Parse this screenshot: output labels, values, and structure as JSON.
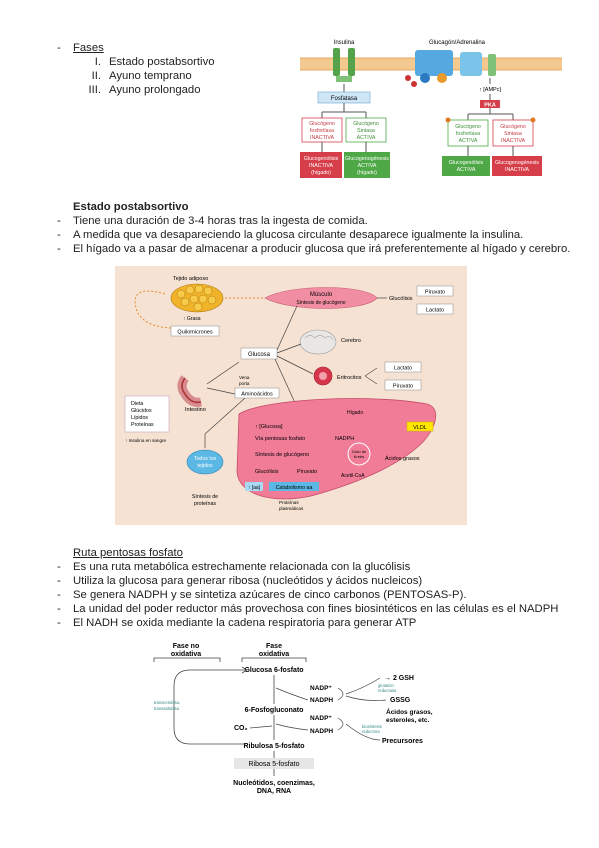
{
  "fases": {
    "dash": "-",
    "title": "Fases",
    "items": [
      {
        "num": "I.",
        "text": "Estado postabsortivo"
      },
      {
        "num": "II.",
        "text": "Ayuno temprano"
      },
      {
        "num": "III.",
        "text": "Ayuno prolongado"
      }
    ]
  },
  "hormone_figure": {
    "insulina": "Insulina",
    "glucagon": "Glucagón/Adrenalina",
    "fosfatasa": "Fosfatasa",
    "ampc": "↑ [AMPc]",
    "pka": "PKA",
    "left_box1": [
      "Glucógeno",
      "fosforilasa",
      "INACTIVA"
    ],
    "left_box2": [
      "Glucógeno",
      "Sintasa",
      "ACTIVA"
    ],
    "right_box1": [
      "Glucógeno",
      "fosforilasa",
      "ACTIVA"
    ],
    "right_box2": [
      "Glucógeno",
      "Sintasa",
      "INACTIVA"
    ],
    "left_result1": [
      "Glucogenólisis",
      "INACTIVA",
      "(hígado)"
    ],
    "left_result2": [
      "Glucogenogénesis",
      "ACTIVA",
      "(hígado)"
    ],
    "right_result1": [
      "Glucogenólisis",
      "ACTIVA"
    ],
    "right_result2": [
      "Glucogenogénesis",
      "INACTIVA"
    ]
  },
  "postabsortivo": {
    "title": "Estado postabsortivo",
    "bullets": [
      "Tiene una duración de 3-4 horas tras la ingesta de comida.",
      "A medida que va desapareciendo la glucosa circulante desaparece igualmente la insulina.",
      "El hígado va a pasar de almacenar a producir glucosa que irá preferentemente al hígado y cerebro."
    ]
  },
  "metabolism_figure": {
    "tejido_adiposo": "Tejido adiposo",
    "grasa": "↑ Grasa",
    "quilomicrones": "Quilomicrones",
    "musculo": "Músculo",
    "sintesis_glucogeno_musculo": "Síntesis de glucógeno",
    "glucolisis": "Glucólisis",
    "piruvato": "Piruvato",
    "lactato": "Lactato",
    "cerebro": "Cerebro",
    "glucosa": "Glucosa",
    "eritrocitos": "Eritrocitos",
    "lactato2": "Lactato",
    "piruvato2": "Piruvato",
    "vena_porta": [
      "Vena",
      "porta"
    ],
    "aminoacidos": "Aminoácidos",
    "diet": [
      "Dieta",
      "Glúcidos",
      "Lípidos",
      "Proteínas"
    ],
    "intestino": "Intestino",
    "insulina_sangre": "↑ Insulina en sangre",
    "higado": "Hígado",
    "glucosa_liver": "↑ [Glucosa]",
    "via_pentosas": "Vía pentosas fosfato",
    "nadph": "NADPH",
    "sintesis_glucogeno": "Síntesis de glucógeno",
    "glucolisis_liver": "Glucólisis",
    "piruvato_liver": "Piruvato",
    "acetil": "Acetil-CoA",
    "acidos_grasos": "Ácidos grasos",
    "ciclo": [
      "Ciclo de",
      "Krebs"
    ],
    "vldl": "VLDL",
    "aa_box": "↑ [aa]",
    "catabolismo": "Catabolismo aa",
    "proteinas_plasm": [
      "Proteínas",
      "plasmáticas"
    ],
    "todos_tejidos": [
      "Todos los",
      "tejidos"
    ],
    "sintesis_proteinas": [
      "Síntesis de",
      "proteínas"
    ]
  },
  "pentosas": {
    "title": "Ruta pentosas fosfato",
    "bullets": [
      "Es una ruta metabólica estrechamente relacionada con la glucólisis",
      "Utiliza la glucosa para generar ribosa (nucleótidos y ácidos nucleicos)",
      "Se genera NADPH y se sintetiza azúcares de cinco carbonos (PENTOSAS-P).",
      "La unidad del poder reductor más provechosa con fines biosintéticos en las células es el NADPH",
      "El NADH se oxida mediante la cadena respiratoria para generar ATP"
    ]
  },
  "pentose_figure": {
    "fase_no_ox": [
      "Fase no",
      "oxidativa"
    ],
    "fase_ox": [
      "Fase",
      "oxidativa"
    ],
    "glucosa6p": "Glucosa 6-fosfato",
    "fosfogluconato": "6-Fosfogluconato",
    "co2": "CO₂",
    "ribulosa": "Ribulosa 5-fosfato",
    "ribosa": "Ribosa 5-fosfato",
    "nucleotidos": [
      "Nucleótidos, coenzimas,",
      "DNA, RNA"
    ],
    "nadp1": "NADP⁺",
    "nadph1": "NADPH",
    "nadp2": "NADP⁺",
    "nadph2": "NADPH",
    "gsh": "→ 2 GSH",
    "glutation_red": [
      "glutatión",
      "reductasa"
    ],
    "gssg": "GSSG",
    "acidos": [
      "Ácidos grasos,",
      "esteroles, etc."
    ],
    "biosintesis": [
      "biosíntesis",
      "reductora"
    ],
    "precursores": "Precursores",
    "transcetolasa": [
      "transcetolasa,",
      "transaldolasa"
    ]
  },
  "colors": {
    "green": "#4ea845",
    "red": "#d63f4a",
    "pink": "#f07c97",
    "beige": "#f6e2d2",
    "blue": "#5bb7e3"
  }
}
